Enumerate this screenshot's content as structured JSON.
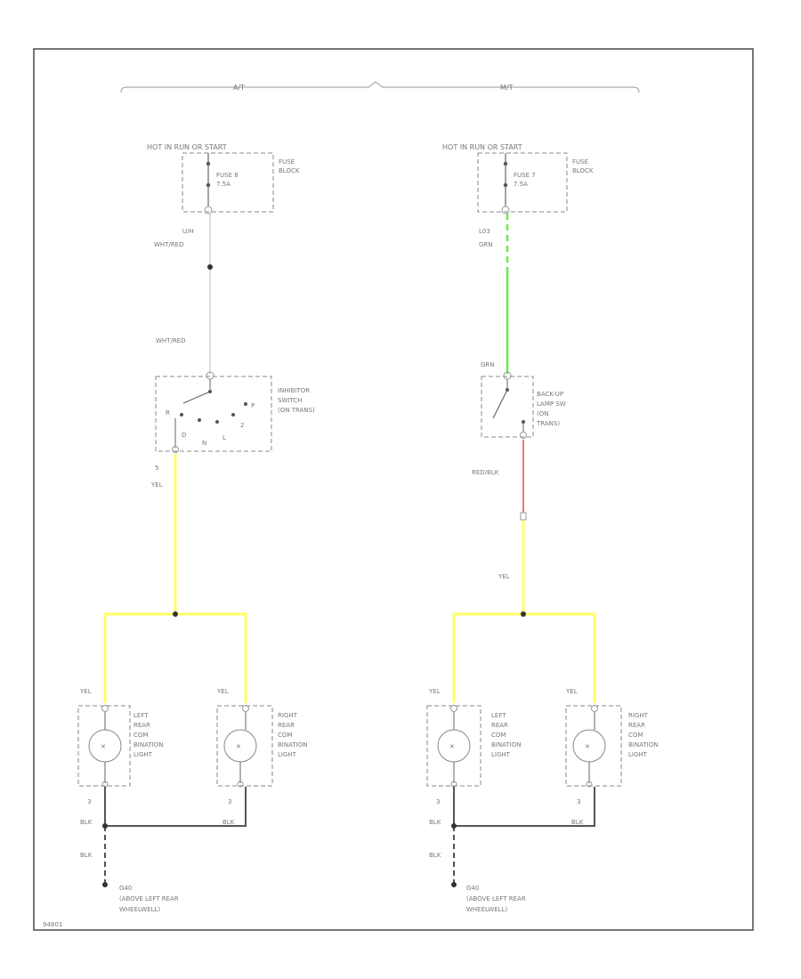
{
  "header": {
    "left": "A/T",
    "right": "M/T"
  },
  "left_circuit": {
    "power_label": "HOT IN RUN OR START",
    "fuse_label": "FUSE 8",
    "fuse_rating": "7.5A",
    "fuse_block_1": "FUSE",
    "fuse_block_2": "BLOCK",
    "wire_top_1": "U/H",
    "wire_top_2": "WHT/RED",
    "wire_mid": "WHT/RED",
    "switch_1": "INHIBITOR",
    "switch_2": "SWITCH",
    "switch_3": "(ON TRANS)",
    "switch_pin_r": "R",
    "switch_pin_d": "D",
    "switch_pin_n": "N",
    "switch_pin_p": "P",
    "switch_pin_l": "L",
    "switch_pin_2": "2",
    "switch_out_pin": "5",
    "wire_switch_out": "YEL",
    "lamp_left_wire": "YEL",
    "lamp_right_wire": "YEL",
    "lamp_left": [
      "LEFT",
      "REAR",
      "COM",
      "BINATION",
      "LIGHT"
    ],
    "lamp_right": [
      "RIGHT",
      "REAR",
      "COM",
      "BINATION",
      "LIGHT"
    ],
    "lamp_left_pin": "3",
    "lamp_right_pin": "3",
    "ground_wire_1": "BLK",
    "ground_wire_2": "BLK",
    "ground_wire_3": "BLK",
    "ground_name": "G40",
    "ground_loc_1": "(ABOVE LEFT REAR",
    "ground_loc_2": "WHEELWELL)"
  },
  "right_circuit": {
    "power_label": "HOT IN RUN OR START",
    "fuse_label": "FUSE 7",
    "fuse_rating": "7.5A",
    "fuse_block_1": "FUSE",
    "fuse_block_2": "BLOCK",
    "wire_top_1": "L03",
    "wire_top_2": "GRN",
    "wire_mid": "GRN",
    "switch_1": "BACK-UP",
    "switch_2": "LAMP SW",
    "switch_3": "(ON",
    "switch_4": "TRANS)",
    "wire_switch_out": "RED/BLK",
    "wire_lower": "YEL",
    "lamp_left_wire": "YEL",
    "lamp_right_wire": "YEL",
    "lamp_left": [
      "LEFT",
      "REAR",
      "COM",
      "BINATION",
      "LIGHT"
    ],
    "lamp_right": [
      "RIGHT",
      "REAR",
      "COM",
      "BINATION",
      "LIGHT"
    ],
    "lamp_left_pin": "3",
    "lamp_right_pin": "3",
    "ground_wire_1": "BLK",
    "ground_wire_2": "BLK",
    "ground_wire_3": "BLK",
    "ground_name": "G40",
    "ground_loc_1": "(ABOVE LEFT REAR",
    "ground_loc_2": "WHEELWELL)"
  },
  "footer": {
    "code": "94801"
  },
  "colors": {
    "yellow_wire": "#ffff66",
    "green_wire": "#66ee44",
    "red_wire": "#ee6666",
    "white_wire": "#dddddd",
    "black_wire": "#555555"
  }
}
